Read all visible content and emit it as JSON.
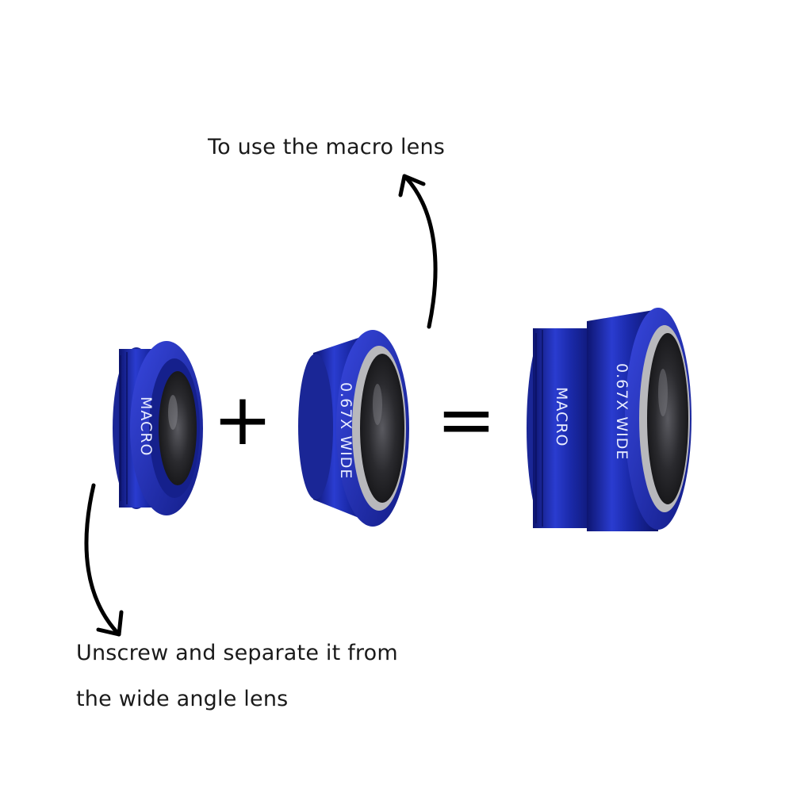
{
  "captions": {
    "use_macro": "To use the macro lens",
    "unscrew_line1": "Unscrew and separate it from",
    "unscrew_line2": "the wide angle lens"
  },
  "operators": {
    "plus": "+",
    "equals": "="
  },
  "lenses": {
    "macro_label": "MACRO",
    "wide_label": "0.67X WIDE",
    "combined_macro_label": "MACRO",
    "combined_wide_label": "0.67X WIDE"
  },
  "colors": {
    "lens_blue": "#1f2fb5",
    "lens_blue_dark": "#101a7a",
    "glass": "#2a2a2e",
    "arrow": "#000000"
  }
}
